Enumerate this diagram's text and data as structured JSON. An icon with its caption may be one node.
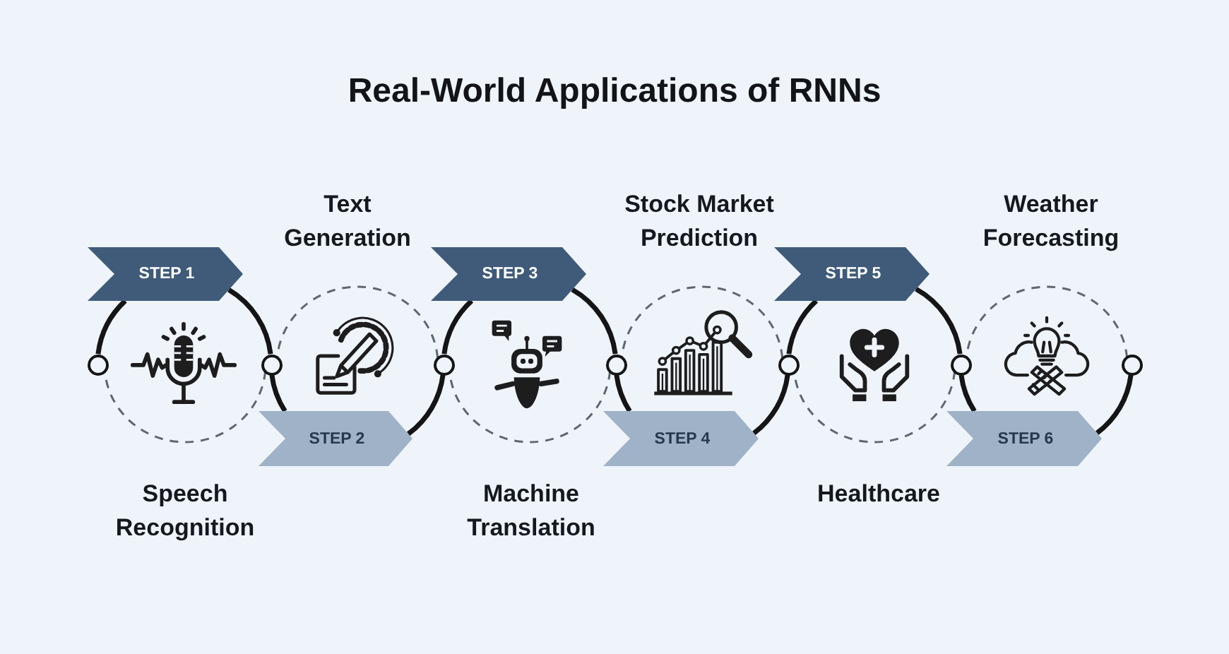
{
  "diagram": {
    "title": "Real-World Applications of RNNs",
    "nodes": [
      {
        "text": [
          "STEP 1"
        ]
      },
      {
        "text": [
          "Speech Recognition"
        ]
      },
      {
        "text": [
          "STEP 2"
        ]
      },
      {
        "text": [
          "Text Generation"
        ]
      },
      {
        "text": [
          "STEP 3"
        ]
      },
      {
        "text": [
          "Machine Translation"
        ]
      },
      {
        "text": [
          "STEP 4"
        ]
      },
      {
        "text": [
          "Stock Market Prediction"
        ]
      },
      {
        "text": [
          "STEP 5"
        ]
      },
      {
        "text": [
          "Healthcare"
        ]
      },
      {
        "text": [
          "STEP 6"
        ]
      },
      {
        "text": [
          "Weather Forecasting"
        ]
      },
      {
        "text": [],
        "shape": "circle"
      },
      {
        "text": [],
        "shape": "circle"
      },
      {
        "text": [],
        "shape": "circle"
      },
      {
        "text": [],
        "shape": "circle"
      },
      {
        "text": [],
        "shape": "circle"
      },
      {
        "text": [],
        "shape": "circle"
      },
      {
        "text": [],
        "shape": "circle"
      }
    ],
    "edges": [
      {
        "from": 12,
        "to": 0,
        "arrow": "none"
      },
      {
        "from": 0,
        "to": 13,
        "arrow": "none"
      },
      {
        "from": 13,
        "to": 2,
        "arrow": "none"
      },
      {
        "from": 2,
        "to": 14,
        "arrow": "none"
      },
      {
        "from": 14,
        "to": 4,
        "arrow": "none"
      },
      {
        "from": 4,
        "to": 15,
        "arrow": "none"
      },
      {
        "from": 15,
        "to": 6,
        "arrow": "none"
      },
      {
        "from": 6,
        "to": 16,
        "arrow": "none"
      },
      {
        "from": 16,
        "to": 8,
        "arrow": "none"
      },
      {
        "from": 8,
        "to": 17,
        "arrow": "none"
      },
      {
        "from": 17,
        "to": 10,
        "arrow": "none"
      },
      {
        "from": 10,
        "to": 18,
        "arrow": "none"
      }
    ]
  }
}
